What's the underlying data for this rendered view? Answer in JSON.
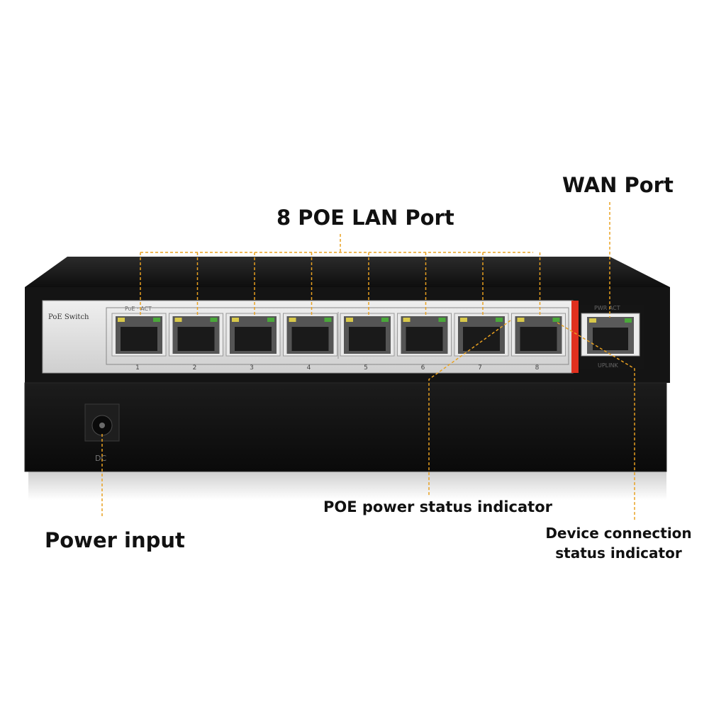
{
  "callouts": {
    "lan_ports": "8 POE LAN Port",
    "wan_port": "WAN Port",
    "power_input": "Power input",
    "poe_indicator": "POE power status indicator",
    "device_indicator_line1": "Device connection",
    "device_indicator_line2": "status indicator"
  },
  "device": {
    "panel_label": "PoE  Switch",
    "led_labels": "PoE · ACT",
    "port_numbers": [
      "1",
      "2",
      "3",
      "4",
      "5",
      "6",
      "7",
      "8"
    ],
    "wan_led_labels": "PWR    ACT",
    "uplink_label": "UPLINK",
    "dc_label": "DC"
  },
  "colors": {
    "leader_line": "#e8a020",
    "accent_red": "#e0301e",
    "led_yellow": "#d8c84a",
    "led_green": "#4aa83a"
  }
}
